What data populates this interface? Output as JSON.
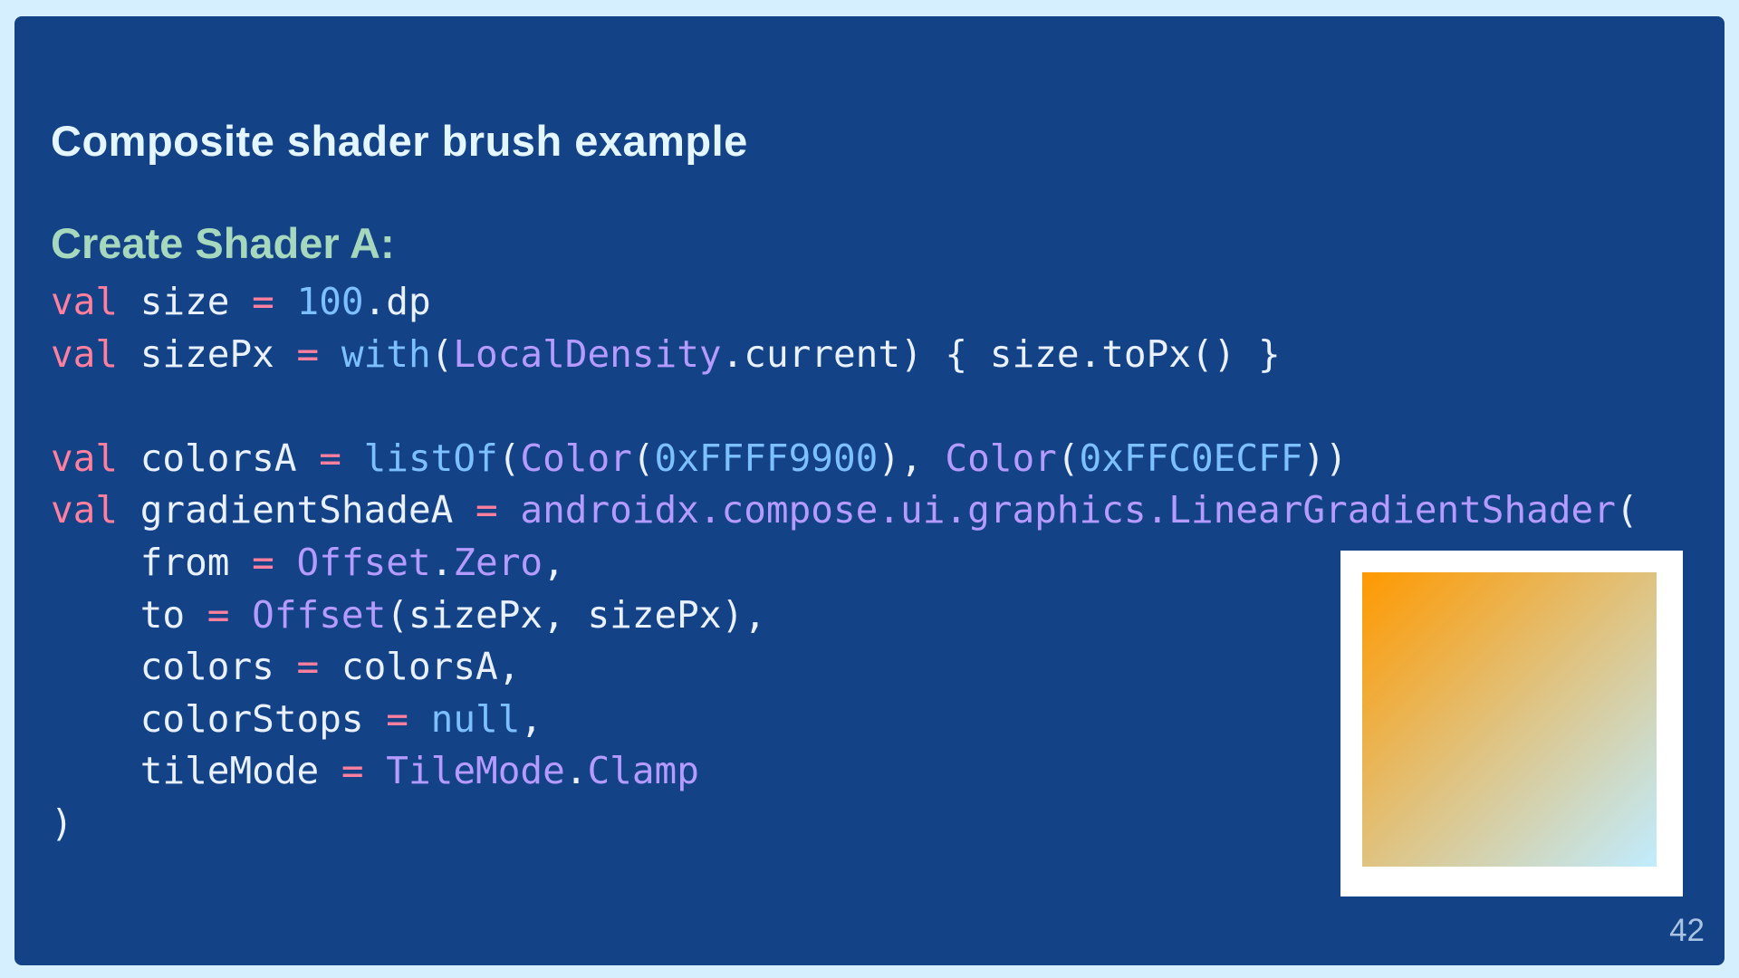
{
  "slide": {
    "title": "Composite shader brush example",
    "subtitle": "Create Shader A:",
    "page_number": "42",
    "background_color": "#144286",
    "outer_background_color": "#d6efff"
  },
  "code": {
    "language": "kotlin",
    "lines": [
      [
        {
          "text": "val",
          "kind": "kw"
        },
        {
          "text": " size ",
          "kind": "plain"
        },
        {
          "text": "=",
          "kind": "op"
        },
        {
          "text": " ",
          "kind": "plain"
        },
        {
          "text": "100",
          "kind": "num"
        },
        {
          "text": ".dp",
          "kind": "plain"
        }
      ],
      [
        {
          "text": "val",
          "kind": "kw"
        },
        {
          "text": " sizePx ",
          "kind": "plain"
        },
        {
          "text": "=",
          "kind": "op"
        },
        {
          "text": " ",
          "kind": "plain"
        },
        {
          "text": "with",
          "kind": "fn"
        },
        {
          "text": "(",
          "kind": "plain"
        },
        {
          "text": "LocalDensity",
          "kind": "type"
        },
        {
          "text": ".current) { size.toPx() }",
          "kind": "plain"
        }
      ],
      [],
      [
        {
          "text": "val",
          "kind": "kw"
        },
        {
          "text": " colorsA ",
          "kind": "plain"
        },
        {
          "text": "=",
          "kind": "op"
        },
        {
          "text": " ",
          "kind": "plain"
        },
        {
          "text": "listOf",
          "kind": "fn"
        },
        {
          "text": "(",
          "kind": "plain"
        },
        {
          "text": "Color",
          "kind": "type"
        },
        {
          "text": "(",
          "kind": "plain"
        },
        {
          "text": "0xFFFF9900",
          "kind": "num"
        },
        {
          "text": "), ",
          "kind": "plain"
        },
        {
          "text": "Color",
          "kind": "type"
        },
        {
          "text": "(",
          "kind": "plain"
        },
        {
          "text": "0xFFC0ECFF",
          "kind": "num"
        },
        {
          "text": "))",
          "kind": "plain"
        }
      ],
      [
        {
          "text": "val",
          "kind": "kw"
        },
        {
          "text": " gradientShadeA ",
          "kind": "plain"
        },
        {
          "text": "=",
          "kind": "op"
        },
        {
          "text": " ",
          "kind": "plain"
        },
        {
          "text": "androidx.compose.ui.graphics.LinearGradientShader",
          "kind": "type"
        },
        {
          "text": "(",
          "kind": "plain"
        }
      ],
      [
        {
          "text": "    from ",
          "kind": "plain"
        },
        {
          "text": "=",
          "kind": "op"
        },
        {
          "text": " ",
          "kind": "plain"
        },
        {
          "text": "Offset",
          "kind": "type"
        },
        {
          "text": ".",
          "kind": "plain"
        },
        {
          "text": "Zero",
          "kind": "type"
        },
        {
          "text": ",",
          "kind": "plain"
        }
      ],
      [
        {
          "text": "    to ",
          "kind": "plain"
        },
        {
          "text": "=",
          "kind": "op"
        },
        {
          "text": " ",
          "kind": "plain"
        },
        {
          "text": "Offset",
          "kind": "type"
        },
        {
          "text": "(sizePx, sizePx),",
          "kind": "plain"
        }
      ],
      [
        {
          "text": "    colors ",
          "kind": "plain"
        },
        {
          "text": "=",
          "kind": "op"
        },
        {
          "text": " colorsA,",
          "kind": "plain"
        }
      ],
      [
        {
          "text": "    colorStops ",
          "kind": "plain"
        },
        {
          "text": "=",
          "kind": "op"
        },
        {
          "text": " ",
          "kind": "plain"
        },
        {
          "text": "null",
          "kind": "num"
        },
        {
          "text": ",",
          "kind": "plain"
        }
      ],
      [
        {
          "text": "    tileMode ",
          "kind": "plain"
        },
        {
          "text": "=",
          "kind": "op"
        },
        {
          "text": " ",
          "kind": "plain"
        },
        {
          "text": "TileMode",
          "kind": "type"
        },
        {
          "text": ".",
          "kind": "plain"
        },
        {
          "text": "Clamp",
          "kind": "type"
        }
      ],
      [
        {
          "text": ")",
          "kind": "plain"
        }
      ]
    ]
  },
  "preview": {
    "gradient_start_color": "#ff9900",
    "gradient_end_color": "#c0ecff",
    "gradient_direction": "top-left to bottom-right",
    "frame_color": "#ffffff"
  }
}
